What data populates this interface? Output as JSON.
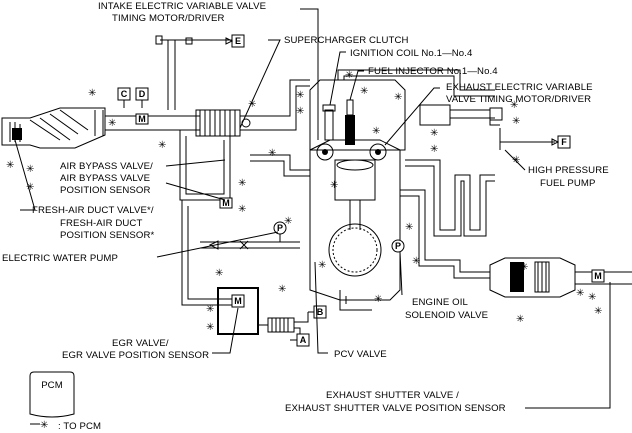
{
  "labels": {
    "intake_vvt": [
      "INTAKE ELECTRIC VARIABLE VALVE",
      "TIMING MOTOR/DRIVER"
    ],
    "supercharger_clutch": "SUPERCHARGER CLUTCH",
    "ignition_coil": "IGNITION COIL No.1—No.4",
    "fuel_injector": "FUEL INJECTOR No.1—No.4",
    "exhaust_vvt": [
      "EXHAUST ELECTRIC VARIABLE",
      "VALVE TIMING MOTOR/DRIVER"
    ],
    "high_pressure_pump": [
      "HIGH PRESSURE",
      "FUEL PUMP"
    ],
    "air_bypass": [
      "AIR BYPASS VALVE/",
      "AIR BYPASS VALVE",
      "POSITION SENSOR"
    ],
    "fresh_air": [
      "FRESH-AIR DUCT VALVE*/",
      "FRESH-AIR DUCT",
      "POSITION SENSOR*"
    ],
    "water_pump": "ELECTRIC WATER PUMP",
    "engine_oil_solenoid": [
      "ENGINE OIL",
      "SOLENOID VALVE"
    ],
    "egr_valve": [
      "EGR VALVE/",
      "EGR VALVE POSITION SENSOR"
    ],
    "pcv_valve": "PCV VALVE",
    "exhaust_shutter": [
      "EXHAUST SHUTTER VALVE /",
      "EXHAUST SHUTTER VALVE POSITION SENSOR"
    ]
  },
  "connectors": {
    "A": "A",
    "B": "B",
    "C": "C",
    "D": "D",
    "E": "E",
    "F": "F"
  },
  "symbols": {
    "motor": "M",
    "pressure": "P",
    "asterisk": "✳"
  },
  "legend": {
    "pcm": "PCM",
    "to_pcm": ": TO PCM"
  }
}
